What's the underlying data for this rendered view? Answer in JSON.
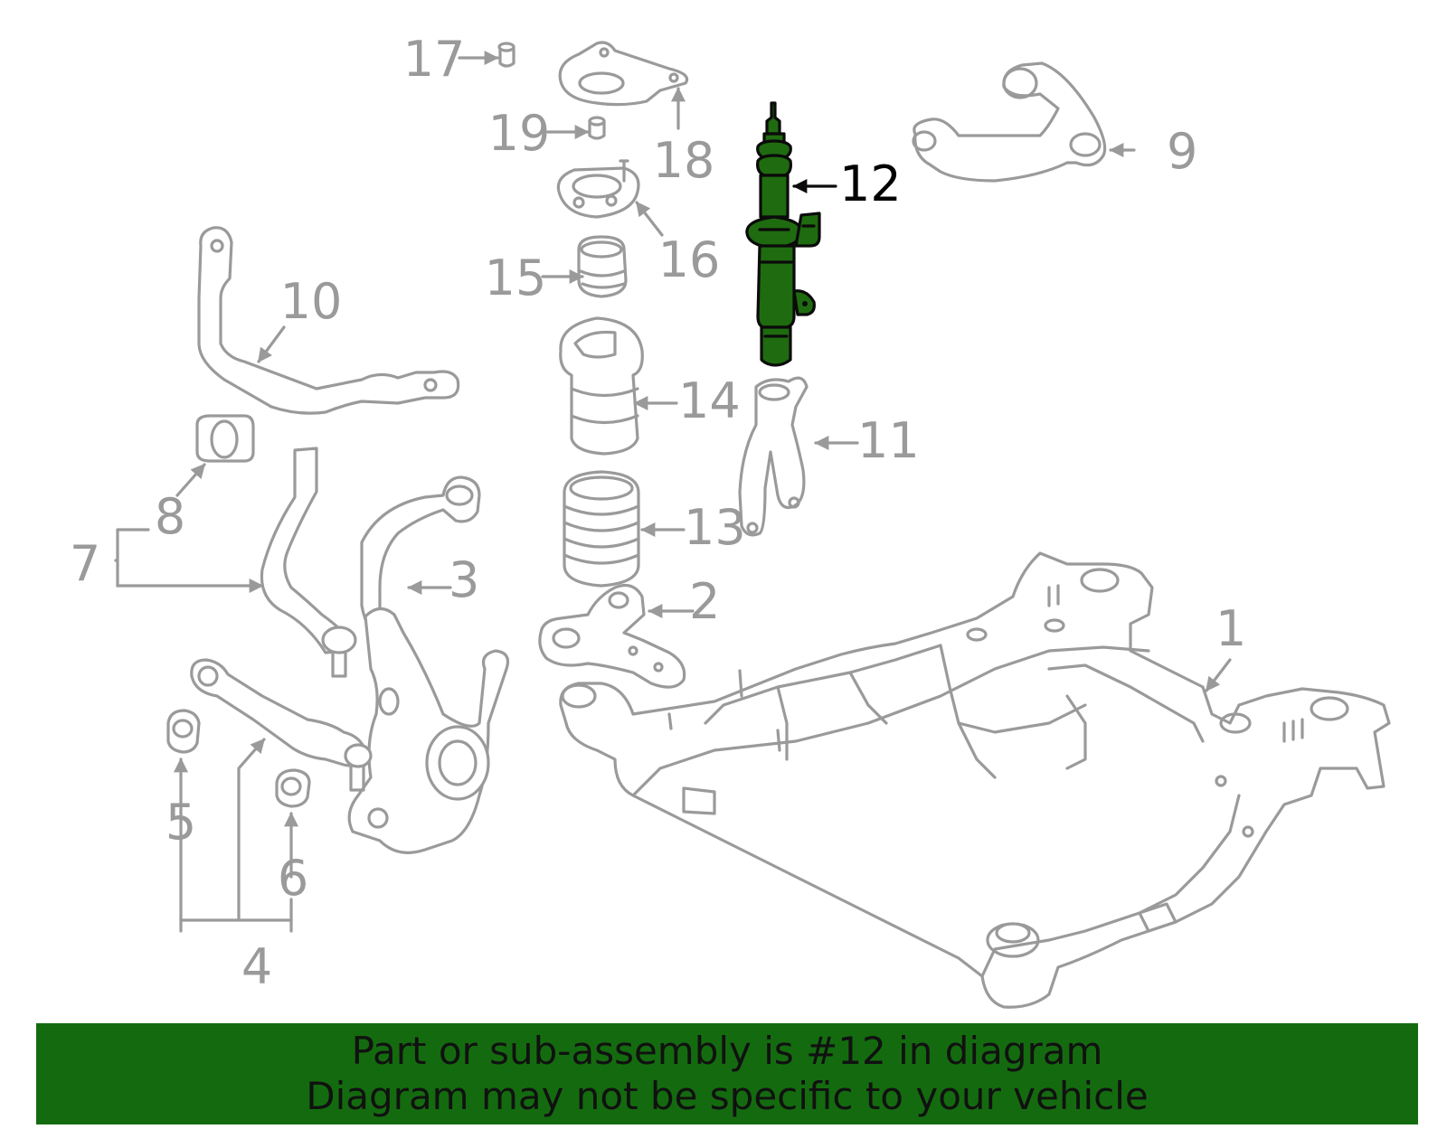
{
  "diagram": {
    "highlight_color": "#1f6b10",
    "line_color": "#9a9a9a",
    "highlighted_part": "12",
    "callouts": [
      "1",
      "2",
      "3",
      "4",
      "5",
      "6",
      "7",
      "8",
      "9",
      "10",
      "11",
      "12",
      "13",
      "14",
      "15",
      "16",
      "17",
      "18",
      "19"
    ]
  },
  "banner": {
    "background": "#146b0f",
    "line1": "Part or sub-assembly is #12 in diagram",
    "line2": "Diagram may not be specific to your vehicle"
  }
}
